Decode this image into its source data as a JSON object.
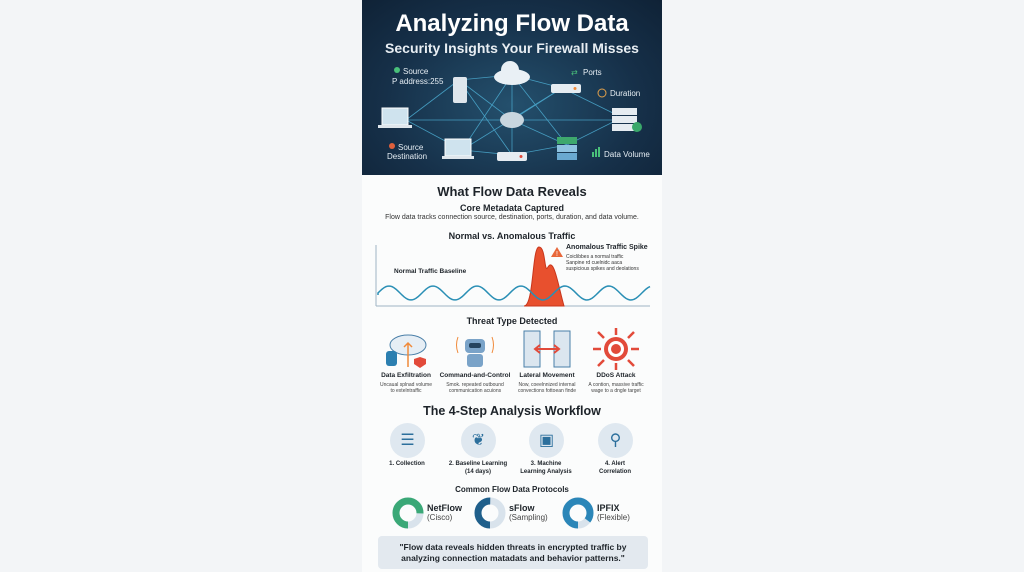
{
  "header": {
    "title": "Analyzing Flow Data",
    "subtitle": "Security Insights Your Firewall Misses",
    "labels": {
      "source": "Source",
      "ip": "P address:255",
      "ports": "Ports",
      "duration": "Duration",
      "source_destination_1": "Source",
      "source_destination_2": "Destination",
      "data_volume": "Data Volume"
    }
  },
  "reveals": {
    "title": "What Flow Data Reveals",
    "subtitle": "Core Metadata Captured",
    "description": "Flow data tracks connection source, destination, ports, duration, and data volume."
  },
  "traffic": {
    "title": "Normal vs. Anomalous Traffic",
    "baseline_label": "Normal Traffic Baseline",
    "spike_label": "Anomalous Traffic Spike",
    "spike_desc": [
      "Coiclibbes a normal traffic",
      "Sanpine rd cuelnidc aaca",
      "suspicious spikes and deolations"
    ],
    "colors": {
      "baseline": "#2a8fb5",
      "spike": "#e8502e"
    }
  },
  "threats": {
    "title": "Threat Type Detected",
    "items": [
      {
        "name": "Data Exfiltration",
        "desc": [
          "Uncaual splnad volume",
          "to extelntraffic"
        ]
      },
      {
        "name": "Command-and-Control",
        "desc": [
          "Smok. repeated outbound",
          "communication acuions"
        ]
      },
      {
        "name": "Lateral Movement",
        "desc": [
          "Now, coeelnnized internal",
          "convections fottoean finde"
        ]
      },
      {
        "name": "DDoS Attack",
        "desc": [
          "A contion, massive traffic",
          "wage to a dngle target"
        ]
      }
    ]
  },
  "workflow": {
    "title": "The 4-Step Analysis Workflow",
    "steps": [
      {
        "label": [
          "1. Collection",
          ""
        ],
        "icon": "database-icon"
      },
      {
        "label": [
          "2. Baseline Learning",
          "(14 days)"
        ],
        "icon": "brain-icon"
      },
      {
        "label": [
          "3. Machine",
          "Learning Analysis"
        ],
        "icon": "chip-icon"
      },
      {
        "label": [
          "4. Alert",
          "Correlation"
        ],
        "icon": "alert-search-icon"
      }
    ]
  },
  "protocols": {
    "title": "Common Flow Data Protocols",
    "items": [
      {
        "name": "NetFlow",
        "sub": "(Cisco)",
        "share": 0.75,
        "color": "#3aa877"
      },
      {
        "name": "sFlow",
        "sub": "(Sampling)",
        "share": 0.5,
        "color": "#1f5f8b"
      },
      {
        "name": "IPFIX",
        "sub": "(Flexible)",
        "share": 0.85,
        "color": "#2b86b8"
      }
    ]
  },
  "quote": [
    "\"Flow data reveals hidden threats in encrypted traffic by",
    "analyzing connection matadats and behavior patterns.\""
  ]
}
